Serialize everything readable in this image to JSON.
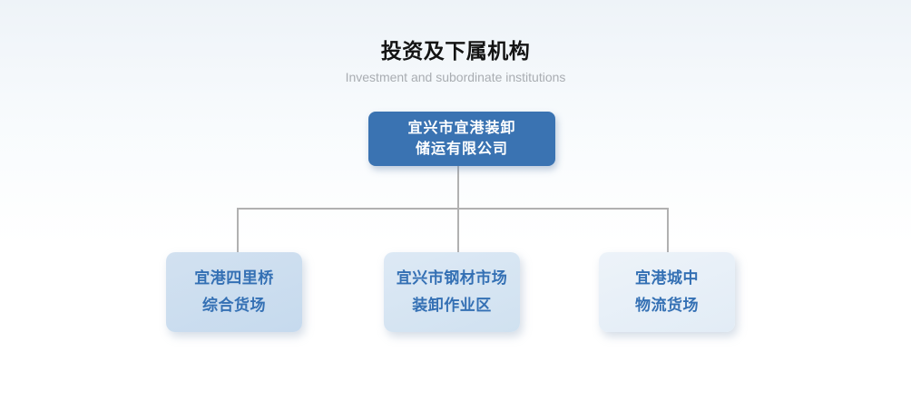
{
  "header": {
    "title": "投资及下属机构",
    "subtitle": "Investment and subordinate institutions"
  },
  "org_chart": {
    "root": {
      "name_line1": "宜兴市宜港装卸",
      "name_line2": "储运有限公司"
    },
    "children": [
      {
        "name_line1": "宜港四里桥",
        "name_line2": "综合货场"
      },
      {
        "name_line1": "宜兴市钢材市场",
        "name_line2": "装卸作业区"
      },
      {
        "name_line1": "宜港城中",
        "name_line2": "物流货场"
      }
    ]
  },
  "colors": {
    "page_bg_top": "#eef3f8",
    "title_text": "#141414",
    "subtitle_text": "#a9adb2",
    "root_box_bg": "#3a73b2",
    "root_box_text": "#ffffff",
    "child_box_text": "#3470b4",
    "child_box1_bg_start": "#d2e1f0",
    "child_box1_bg_end": "#c6daee",
    "child_box2_bg_start": "#dde9f5",
    "child_box2_bg_end": "#d0e1f0",
    "child_box3_bg_start": "#edf3f9",
    "child_box3_bg_end": "#e2ecf6",
    "connector": "#b1b1b1"
  }
}
